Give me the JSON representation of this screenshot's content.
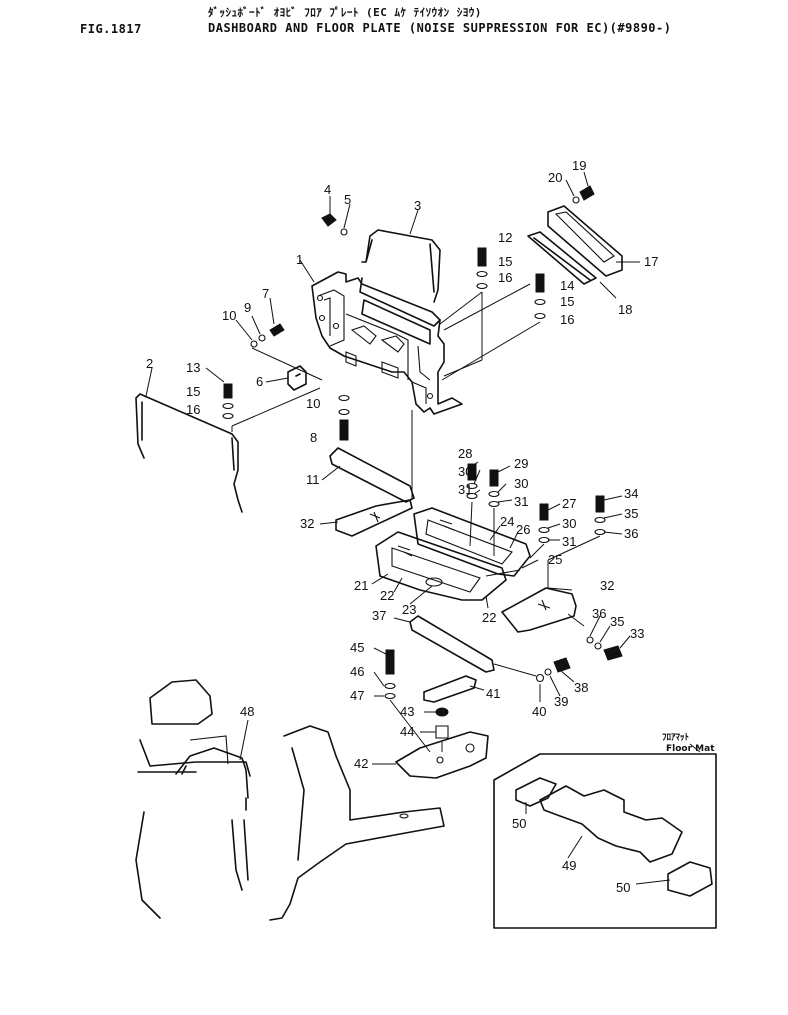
{
  "header": {
    "jp_title": "ﾀﾞｯｼｭﾎﾞｰﾄﾞ ｵﾖﾋﾞ ﾌﾛｱ ﾌﾟﾚｰﾄ (EC ﾑｹ ﾃｲｿｳｵﾝ ｼﾖｳ)",
    "fig_number": "FIG.1817",
    "en_title": "DASHBOARD AND FLOOR PLATE (NOISE SUPPRESSION FOR EC)(#9890-)"
  },
  "inset": {
    "label_jp": "ﾌﾛｱﾏｯﾄ",
    "label_en": "Floor Mat"
  },
  "callouts": [
    "1",
    "2",
    "3",
    "4",
    "5",
    "6",
    "7",
    "8",
    "9",
    "10",
    "10",
    "11",
    "12",
    "13",
    "14",
    "15",
    "15",
    "15",
    "16",
    "16",
    "16",
    "17",
    "18",
    "19",
    "20",
    "21",
    "22",
    "22",
    "23",
    "24",
    "25",
    "26",
    "27",
    "28",
    "29",
    "30",
    "30",
    "30",
    "31",
    "31",
    "31",
    "32",
    "32",
    "33",
    "34",
    "35",
    "35",
    "36",
    "36",
    "37",
    "38",
    "39",
    "40",
    "41",
    "42",
    "43",
    "44",
    "45",
    "46",
    "47",
    "48",
    "49",
    "50",
    "50"
  ]
}
